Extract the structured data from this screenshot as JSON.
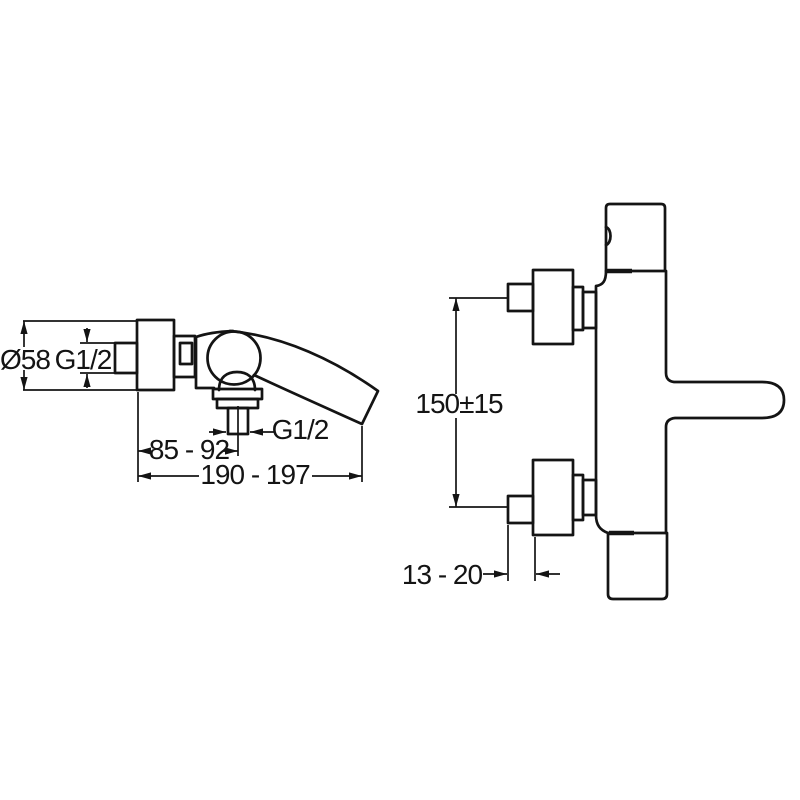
{
  "page": {
    "background": "#ffffff",
    "line_color": "#141414"
  },
  "side_view": {
    "labels": {
      "diameter": "Ø58",
      "inlet_thread": "G1/2",
      "outlet_thread": "G1/2",
      "outlet_offset": "85 - 92",
      "spout_reach": "190 - 197"
    }
  },
  "front_view": {
    "labels": {
      "handle_spacing": "150±15",
      "handle_depth": "13 - 20"
    }
  }
}
